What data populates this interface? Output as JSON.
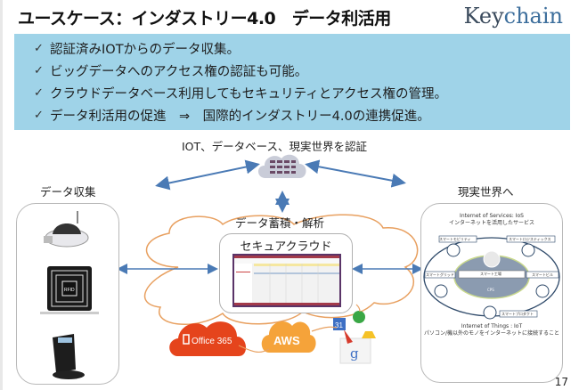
{
  "slide": {
    "title": "ユースケース：インダストリー4.0　データ利活用",
    "logo": {
      "part1": "Key",
      "part2": "chain",
      "color1": "#3a4a5c",
      "color2": "#3c6e9c"
    },
    "bullets": [
      {
        "check": "✓",
        "text": "認証済みIOTからのデータ収集。"
      },
      {
        "check": "✓",
        "text": "ビッグデータへのアクセス権の認証も可能。"
      },
      {
        "check": "✓",
        "text": "クラウドデータベース利用してもセキュリティとアクセス権の管理。"
      },
      {
        "check": "✓",
        "text": "データ利活用の促進　⇒　国際的インダストリー4.0の連携促進。"
      }
    ],
    "bullet_bg": "#9fd3e8",
    "page_number": "17"
  },
  "diagram": {
    "top_label": "IOT、データベース、現実世界を認証",
    "left_label": "データ収集",
    "right_label": "現実世界へ",
    "center_label": "データ蓄積・解析",
    "secure_cloud_label": "セキュアクラウド",
    "left_devices": [
      "dome-camera",
      "rfid-tag",
      "card-reader"
    ],
    "services": [
      "Office 365",
      "AWS",
      "Google"
    ],
    "iot_figure": {
      "top_text_1": "Internet of Services: IoS",
      "top_text_2": "インターネットを活用したサービス",
      "nodes": [
        "スマートモビリティ",
        "スマートロジスティックス",
        "スマートグリッド",
        "スマート工場",
        "スマートビル",
        "スマートプロダクト"
      ],
      "center_sub": "CPS",
      "bottom_text_1": "Internet of Things : IoT",
      "bottom_text_2": "パソコン/機以外のモノをインターネットに接続すること"
    },
    "arrow_color": "#4a7ab5",
    "cloud_outline_color": "#e8a060"
  }
}
